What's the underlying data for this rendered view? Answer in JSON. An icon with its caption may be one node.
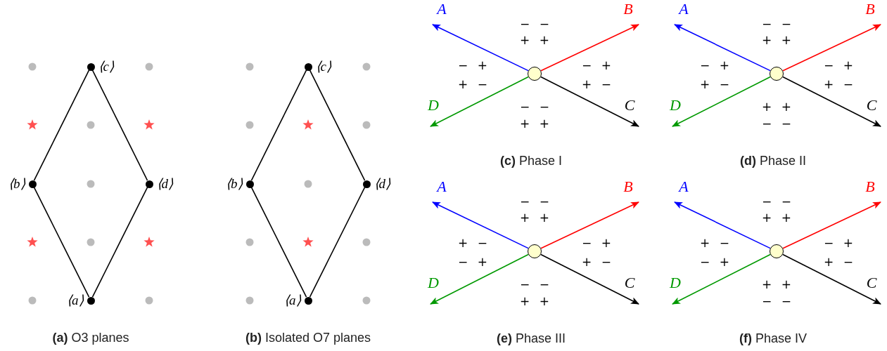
{
  "diagram": {
    "nodes": [
      {
        "text": [],
        "shape": "circle",
        "beside": [
          "⟨c⟩"
        ]
      },
      {
        "text": [],
        "shape": "circle",
        "beside": [
          "⟨b⟩"
        ]
      },
      {
        "text": [],
        "shape": "circle",
        "beside": [
          "⟨d⟩"
        ]
      },
      {
        "text": [],
        "shape": "circle",
        "beside": [
          "⟨a⟩"
        ]
      },
      {
        "text": [],
        "shape": "circle",
        "beside": [
          "⟨c⟩"
        ]
      },
      {
        "text": [],
        "shape": "circle",
        "beside": [
          "⟨b⟩"
        ]
      },
      {
        "text": [],
        "shape": "circle",
        "beside": [
          "⟨d⟩"
        ]
      },
      {
        "text": [],
        "shape": "circle",
        "beside": [
          "⟨a⟩"
        ]
      },
      {
        "text": [
          "A"
        ]
      },
      {
        "text": [
          "B"
        ]
      },
      {
        "text": [],
        "shape": "circle"
      },
      {
        "text": [
          "D"
        ]
      },
      {
        "text": [
          "C"
        ]
      },
      {
        "text": [
          "A"
        ]
      },
      {
        "text": [
          "B"
        ]
      },
      {
        "text": [],
        "shape": "circle"
      },
      {
        "text": [
          "D"
        ]
      },
      {
        "text": [
          "C"
        ]
      },
      {
        "text": [
          "A"
        ]
      },
      {
        "text": [
          "B"
        ]
      },
      {
        "text": [],
        "shape": "circle"
      },
      {
        "text": [
          "D"
        ]
      },
      {
        "text": [
          "C"
        ]
      },
      {
        "text": [
          "A"
        ]
      },
      {
        "text": [
          "B"
        ]
      },
      {
        "text": [],
        "shape": "circle"
      },
      {
        "text": [
          "D"
        ]
      },
      {
        "text": [
          "C"
        ]
      }
    ],
    "edges": [
      {
        "from": 0,
        "to": 1,
        "arrow": "none"
      },
      {
        "from": 1,
        "to": 3,
        "arrow": "none"
      },
      {
        "from": 3,
        "to": 2,
        "arrow": "none"
      },
      {
        "from": 2,
        "to": 0,
        "arrow": "none"
      },
      {
        "from": 4,
        "to": 5,
        "arrow": "none"
      },
      {
        "from": 5,
        "to": 7,
        "arrow": "none"
      },
      {
        "from": 7,
        "to": 6,
        "arrow": "none"
      },
      {
        "from": 6,
        "to": 4,
        "arrow": "none"
      },
      {
        "from": 10,
        "to": 8,
        "arrow": "to",
        "color": "#0000ff"
      },
      {
        "from": 10,
        "to": 9,
        "arrow": "to",
        "color": "#ff0000"
      },
      {
        "from": 10,
        "to": 12,
        "arrow": "to"
      },
      {
        "from": 10,
        "to": 11,
        "arrow": "to",
        "color": "#009900"
      },
      {
        "from": 15,
        "to": 13,
        "arrow": "to",
        "color": "#0000ff"
      },
      {
        "from": 15,
        "to": 14,
        "arrow": "to",
        "color": "#ff0000"
      },
      {
        "from": 15,
        "to": 17,
        "arrow": "to"
      },
      {
        "from": 15,
        "to": 16,
        "arrow": "to",
        "color": "#009900"
      },
      {
        "from": 20,
        "to": 18,
        "arrow": "to",
        "color": "#0000ff"
      },
      {
        "from": 20,
        "to": 19,
        "arrow": "to",
        "color": "#ff0000"
      },
      {
        "from": 20,
        "to": 22,
        "arrow": "to"
      },
      {
        "from": 20,
        "to": 21,
        "arrow": "to",
        "color": "#009900"
      },
      {
        "from": 25,
        "to": 23,
        "arrow": "to",
        "color": "#0000ff"
      },
      {
        "from": 25,
        "to": 24,
        "arrow": "to",
        "color": "#ff0000"
      },
      {
        "from": 25,
        "to": 27,
        "arrow": "to"
      },
      {
        "from": 25,
        "to": 26,
        "arrow": "to",
        "color": "#009900"
      }
    ],
    "labels": [
      "**(a)** O3 planes",
      "**(b)** Isolated O7 planes",
      "− −",
      "+ +",
      "− +",
      "+ −",
      "− +",
      "+ −",
      "− −",
      "+ +",
      "**(c)** Phase I",
      "− −",
      "+ +",
      "− +",
      "+ −",
      "− +",
      "+ −",
      "+ +",
      "− −",
      "**(d)** Phase II",
      "− −",
      "+ +",
      "+ −",
      "− +",
      "− +",
      "+ −",
      "− −",
      "+ +",
      "**(e)** Phase III",
      "− −",
      "+ +",
      "+ −",
      "− +",
      "− +",
      "+ −",
      "+ +",
      "− −",
      "**(f)** Phase IV"
    ]
  }
}
